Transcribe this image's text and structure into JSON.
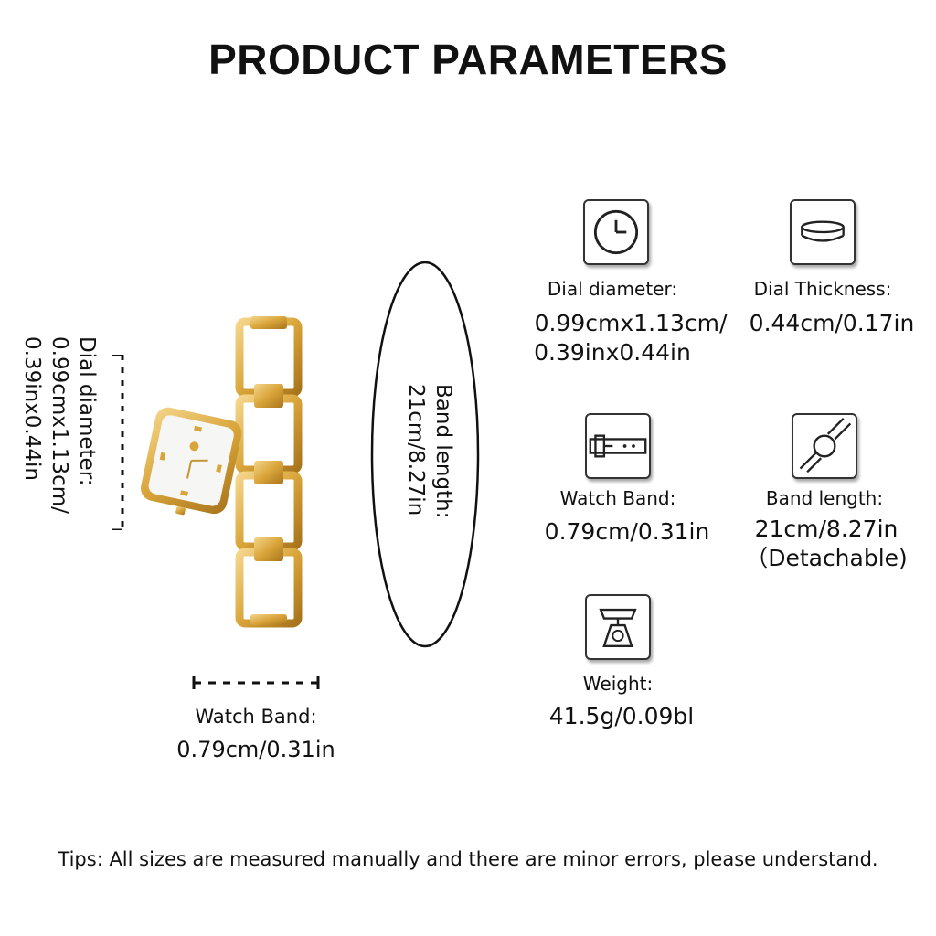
{
  "title": "PRODUCT PARAMETERS",
  "diagram": {
    "dial_label": "Dial diameter:",
    "dial_value_line1": "0.99cmx1.13cm/",
    "dial_value_line2": "0.39inx0.44in",
    "band_length_label": "Band length:",
    "band_length_value": "21cm/8.27in",
    "watch_band_label": "Watch Band:",
    "watch_band_value": "0.79cm/0.31in"
  },
  "params": [
    {
      "icon": "clock-icon",
      "label": "Dial diameter:",
      "value_line1": "0.99cmx1.13cm/",
      "value_line2": "0.39inx0.44in"
    },
    {
      "icon": "dial-thickness-icon",
      "label": "Dial Thickness:",
      "value_line1": "0.44cm/0.17in",
      "value_line2": ""
    },
    {
      "icon": "watch-band-icon",
      "label": "Watch Band:",
      "value_line1": "0.79cm/0.31in",
      "value_line2": ""
    },
    {
      "icon": "band-length-icon",
      "label": "Band length:",
      "value_line1": "21cm/8.27in",
      "value_line2": "（Detachable)"
    },
    {
      "icon": "scale-icon",
      "label": "Weight:",
      "value_line1": "41.5g/0.09bl",
      "value_line2": ""
    }
  ],
  "tips": "Tips: All sizes are measured manually and there are minor errors, please understand.",
  "colors": {
    "gold": "#d9a53a",
    "gold_light": "#f4d58a",
    "gold_dark": "#a8741c"
  }
}
